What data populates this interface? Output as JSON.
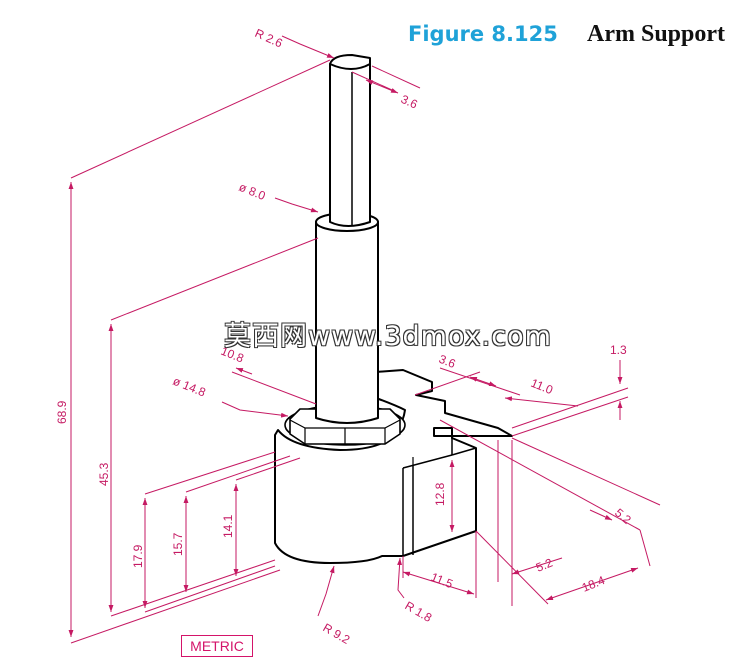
{
  "figure": {
    "number": "Figure 8.125",
    "title": "Arm Support"
  },
  "watermark": "莫西网www.3dmox.com",
  "metric_label": "METRIC",
  "dimensions": {
    "r_2_6": "R 2.6",
    "d_3_6_top": "3.6",
    "dia_8_0": "ø 8.0",
    "d_68_9": "68.9",
    "d_45_3": "45.3",
    "d_10_8": "10.8",
    "dia_14_8": "ø 14.8",
    "d_3_6_mid": "3.6",
    "d_11_0": "11.0",
    "d_1_3": "1.3",
    "d_12_8": "12.8",
    "d_17_9": "17.9",
    "d_15_7": "15.7",
    "d_14_1": "14.1",
    "d_5_2_right": "5.2",
    "d_5_2_bottom": "5.2",
    "d_18_4": "18.4",
    "d_11_5": "11.5",
    "r_1_8": "R 1.8",
    "r_9_2": "R 9.2"
  },
  "colors": {
    "dimension": "#c51a63",
    "object_line": "#000000",
    "figure_number": "#1fa2d8"
  }
}
